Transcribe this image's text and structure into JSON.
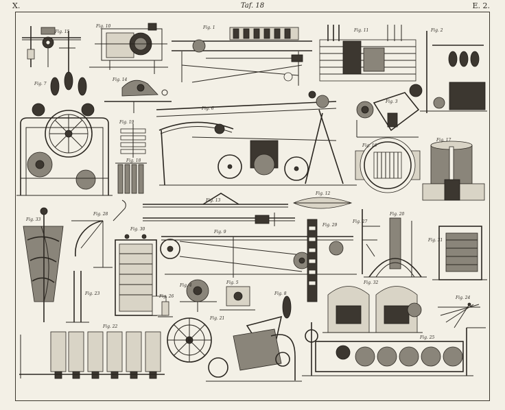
{
  "header": {
    "left": "X.",
    "center": "Taf. 18",
    "right": "E. 2."
  },
  "figures": [
    {
      "label": "Fig. 15"
    },
    {
      "label": "Fig. 10"
    },
    {
      "label": "Fig. 1"
    },
    {
      "label": "Fig. 11"
    },
    {
      "label": "Fig. 2"
    },
    {
      "label": "Fig. 7"
    },
    {
      "label": "Fig. 14"
    },
    {
      "label": "Fig. 6"
    },
    {
      "label": "Fig. 3"
    },
    {
      "label": "Fig. 19"
    },
    {
      "label": "Fig. 18"
    },
    {
      "label": "Fig. 16"
    },
    {
      "label": "Fig. 17"
    },
    {
      "label": "Fig. 13"
    },
    {
      "label": "Fig. 12"
    },
    {
      "label": "Fig. 20"
    },
    {
      "label": "Fig. 33"
    },
    {
      "label": "Fig. 28"
    },
    {
      "label": "Fig. 30"
    },
    {
      "label": "Fig. 9"
    },
    {
      "label": "Fig. 27"
    },
    {
      "label": "Fig. 29"
    },
    {
      "label": "Fig. 31"
    },
    {
      "label": "Fig. 4"
    },
    {
      "label": "Fig. 5"
    },
    {
      "label": "Fig. 32"
    },
    {
      "label": "Fig. 8"
    },
    {
      "label": "Fig. 21"
    },
    {
      "label": "Fig. 22"
    },
    {
      "label": "Fig. 24"
    },
    {
      "label": "Fig. 23"
    },
    {
      "label": "Fig. 25"
    },
    {
      "label": "Fig. 26"
    }
  ]
}
